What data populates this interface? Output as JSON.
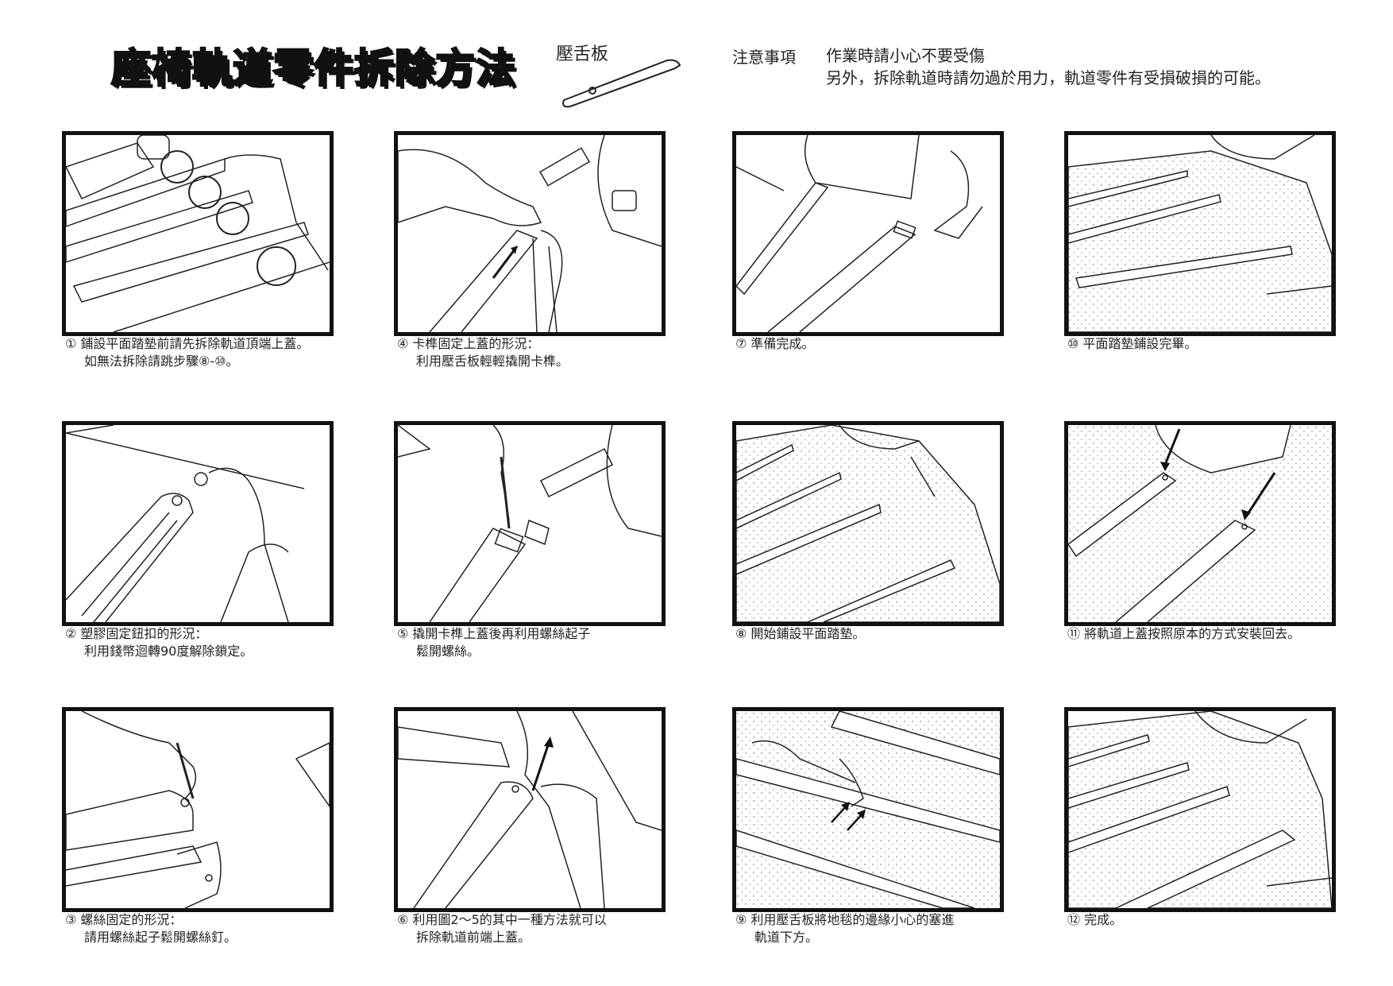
{
  "title": "座椅軌道零件拆除方法",
  "tool": {
    "label": "壓舌板"
  },
  "caution": {
    "heading": "注意事項",
    "line1": "作業時請小心不要受傷",
    "line2": "另外，拆除軌道時請勿過於用力，軌道零件有受損破損的可能。"
  },
  "steps": [
    {
      "line1": "① 鋪設平面踏墊前請先拆除軌道頂端上蓋。",
      "line2": "如無法拆除請跳步驟⑧-⑩。"
    },
    {
      "line1": "④ 卡榫固定上蓋的形況：",
      "line2": "利用壓舌板輕輕撬開卡榫。"
    },
    {
      "line1": "⑦ 準備完成。",
      "line2": ""
    },
    {
      "line1": "⑩ 平面踏墊鋪設完畢。",
      "line2": ""
    },
    {
      "line1": "② 塑膠固定鈕扣的形況：",
      "line2": "利用錢幣迴轉90度解除鎖定。"
    },
    {
      "line1": "⑤ 撬開卡榫上蓋後再利用螺絲起子",
      "line2": "鬆開螺絲。"
    },
    {
      "line1": "⑧ 開始鋪設平面踏墊。",
      "line2": ""
    },
    {
      "line1": "⑪ 將軌道上蓋按照原本的方式安裝回去。",
      "line2": ""
    },
    {
      "line1": "③ 螺絲固定的形況：",
      "line2": "請用螺絲起子鬆開螺絲釘。"
    },
    {
      "line1": "⑥ 利用圖2～5的其中一種方法就可以",
      "line2": "拆除軌道前端上蓋。"
    },
    {
      "line1": "⑨ 利用壓舌板將地毯的邊緣小心的塞進",
      "line2": "軌道下方。"
    },
    {
      "line1": "⑫ 完成。",
      "line2": ""
    }
  ]
}
